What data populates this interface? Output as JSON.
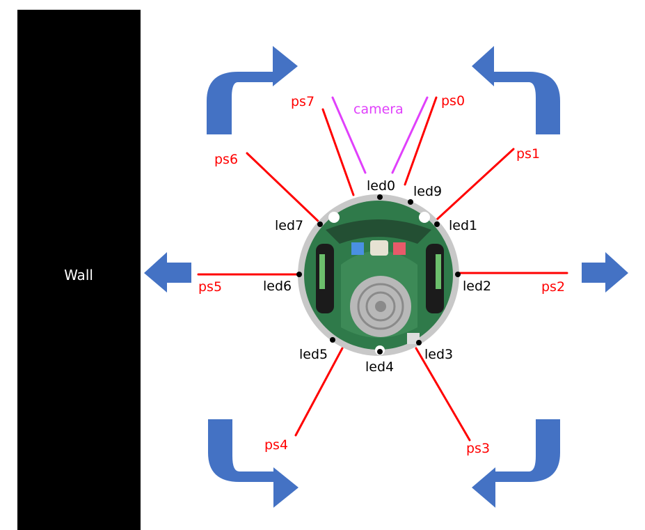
{
  "wall": {
    "label": "Wall"
  },
  "camera": {
    "label": "camera"
  },
  "sensors": [
    {
      "id": "ps0",
      "label": "ps0"
    },
    {
      "id": "ps1",
      "label": "ps1"
    },
    {
      "id": "ps2",
      "label": "ps2"
    },
    {
      "id": "ps3",
      "label": "ps3"
    },
    {
      "id": "ps4",
      "label": "ps4"
    },
    {
      "id": "ps5",
      "label": "ps5"
    },
    {
      "id": "ps6",
      "label": "ps6"
    },
    {
      "id": "ps7",
      "label": "ps7"
    }
  ],
  "leds": [
    {
      "id": "led0",
      "label": "led0"
    },
    {
      "id": "led1",
      "label": "led1"
    },
    {
      "id": "led2",
      "label": "led2"
    },
    {
      "id": "led3",
      "label": "led3"
    },
    {
      "id": "led4",
      "label": "led4"
    },
    {
      "id": "led5",
      "label": "led5"
    },
    {
      "id": "led6",
      "label": "led6"
    },
    {
      "id": "led7",
      "label": "led7"
    },
    {
      "id": "led9",
      "label": "led9"
    }
  ],
  "colors": {
    "sensor": "#ff0000",
    "camera": "#e040fb",
    "arrow": "#4472c4",
    "wall": "#000000",
    "pcb": "#2f7a4a"
  }
}
